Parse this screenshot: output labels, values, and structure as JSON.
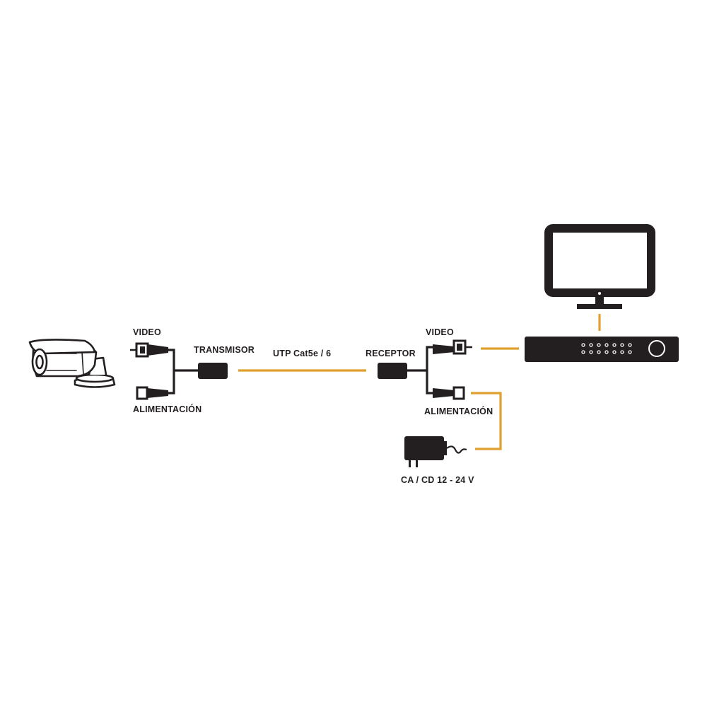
{
  "labels": {
    "tx_video": "VIDEO",
    "tx_power": "ALIMENTACIÓN",
    "transmitter": "TRANSMISOR",
    "cable": "UTP Cat5e / 6",
    "receiver": "RECEPTOR",
    "rx_video": "VIDEO",
    "rx_power": "ALIMENTACIÓN",
    "power_supply": "CA / CD 12 - 24 V"
  },
  "colors": {
    "ink": "#231f20",
    "cable": "#e0a030",
    "camera_stroke": "#231f20",
    "background": "#ffffff"
  },
  "icons": {
    "camera": "cctv-bullet-camera-icon",
    "tx_video_connector": "bnc-connector-icon",
    "tx_power_connector": "dc-power-connector-icon",
    "transmitter": "video-balun-icon",
    "receiver": "video-balun-icon",
    "rx_video_connector": "bnc-connector-icon",
    "rx_power_connector": "dc-power-connector-icon",
    "monitor": "monitor-icon",
    "dvr": "dvr-recorder-icon",
    "power_supply": "power-adapter-icon"
  }
}
